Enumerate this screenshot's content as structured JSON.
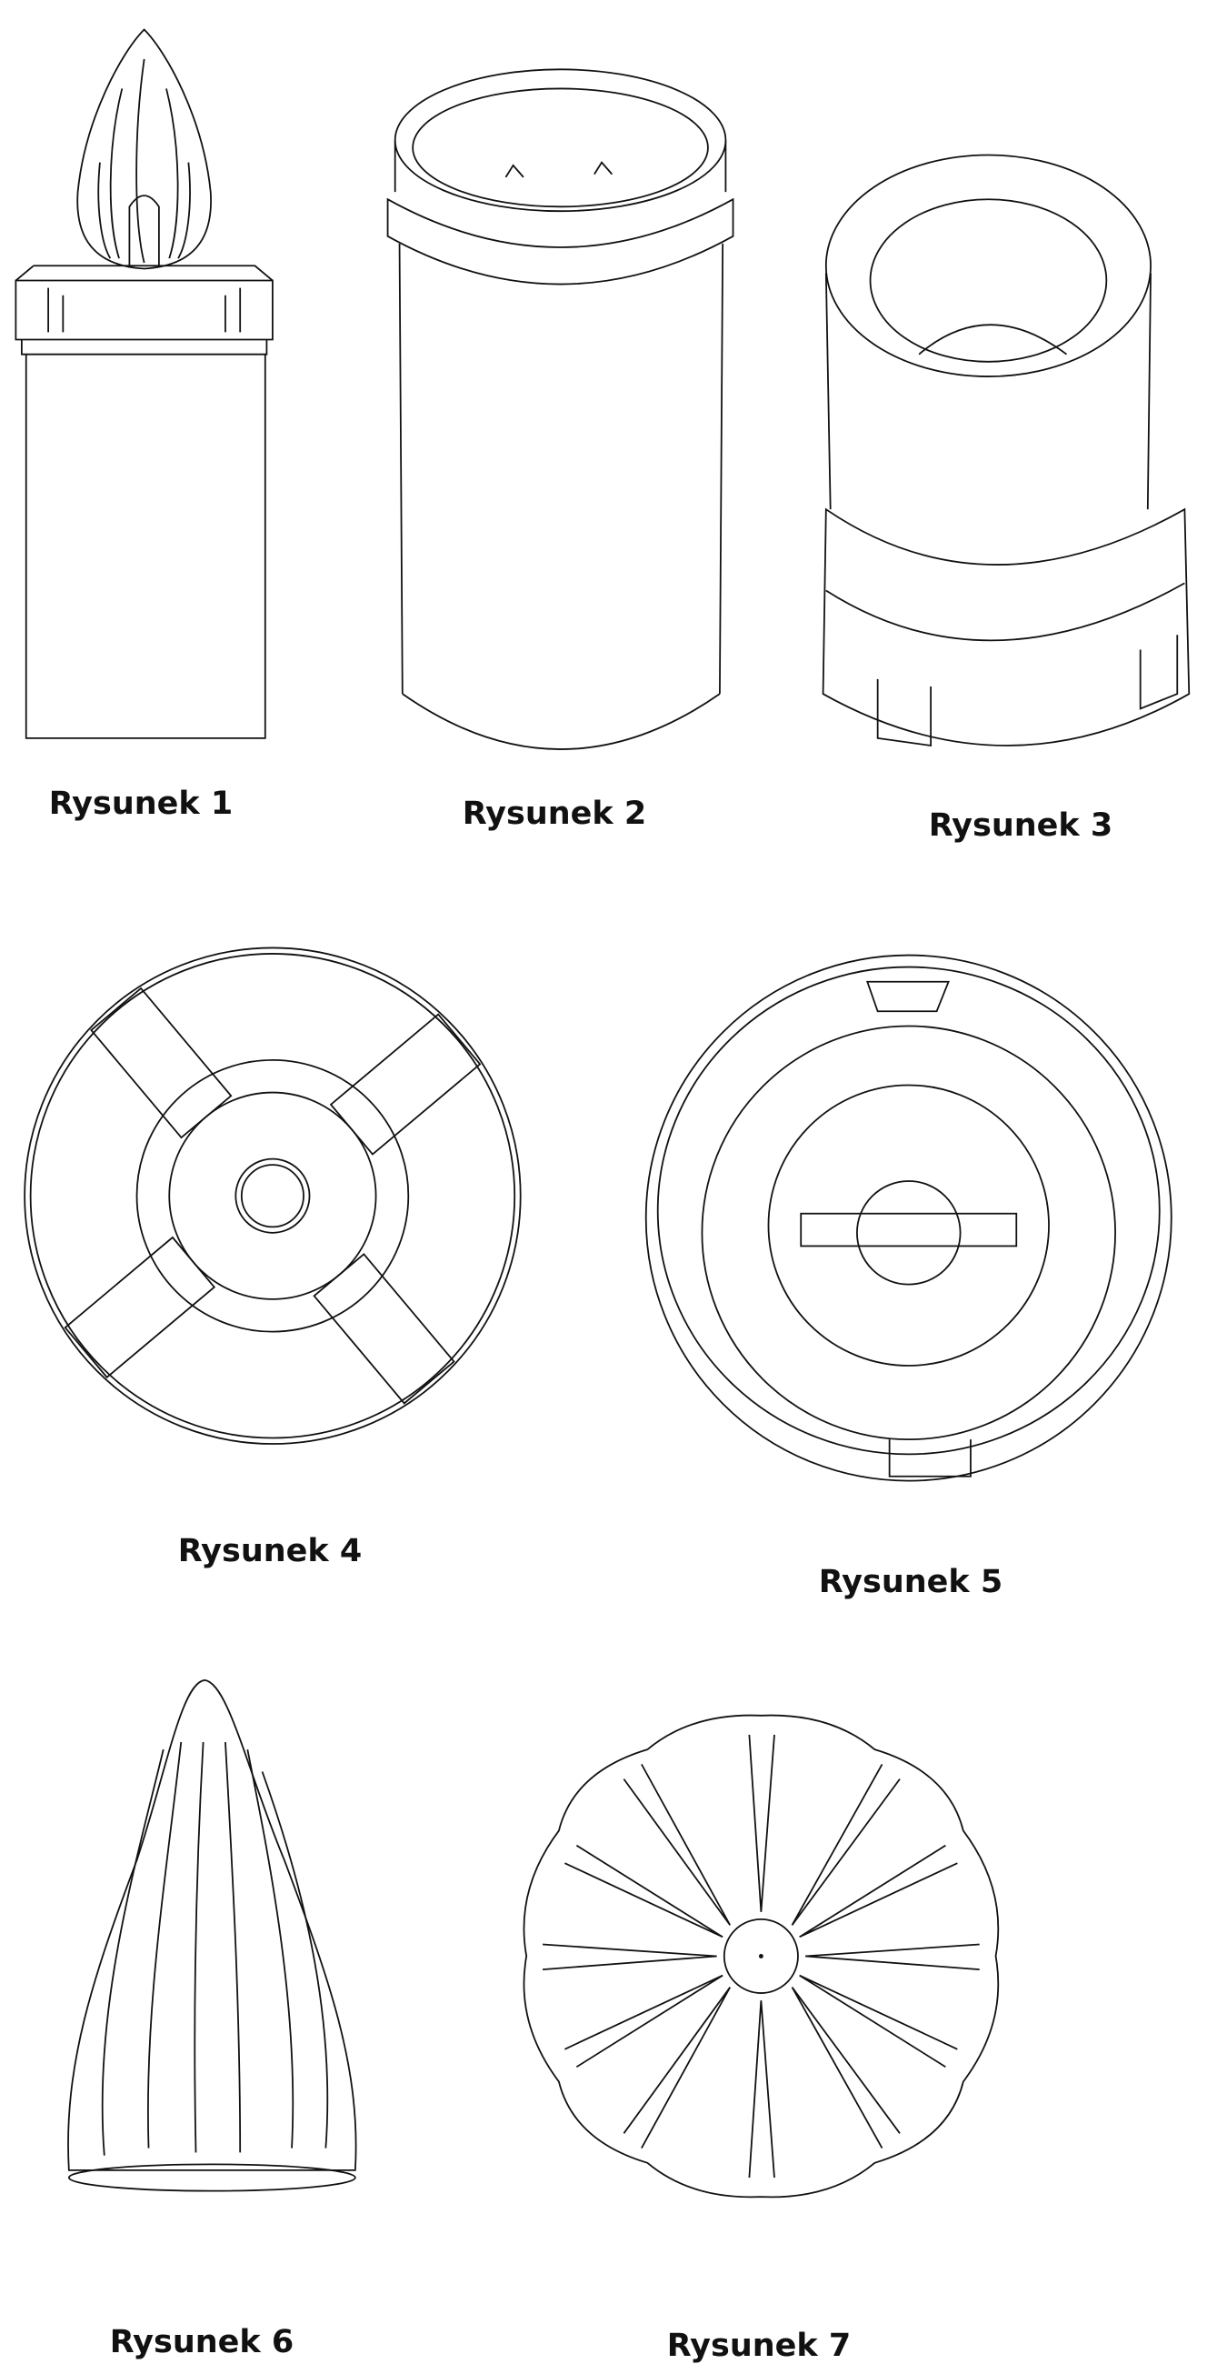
{
  "figures": [
    {
      "label": "Rysunek 1"
    },
    {
      "label": "Rysunek 2"
    },
    {
      "label": "Rysunek 3"
    },
    {
      "label": "Rysunek 4"
    },
    {
      "label": "Rysunek 5"
    },
    {
      "label": "Rysunek 6"
    },
    {
      "label": "Rysunek 7"
    }
  ]
}
